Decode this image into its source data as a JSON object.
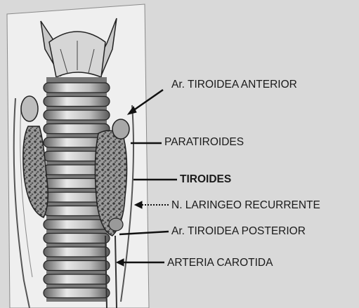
{
  "labels": {
    "tiroidea_anterior": "Ar. TIROIDEA ANTERIOR",
    "paratiroides": "PARATIROIDES",
    "tiroides": "TIROIDES",
    "laringeo_recurrente": "N. LARINGEO RECURRENTE",
    "tiroidea_posterior": "Ar. TIROIDEA POSTERIOR",
    "arteria_carotida": "ARTERIA CAROTIDA"
  },
  "colors": {
    "background": "#d9d9d9",
    "ink": "#1a1a1a",
    "illustration_paper": "#efefef"
  }
}
